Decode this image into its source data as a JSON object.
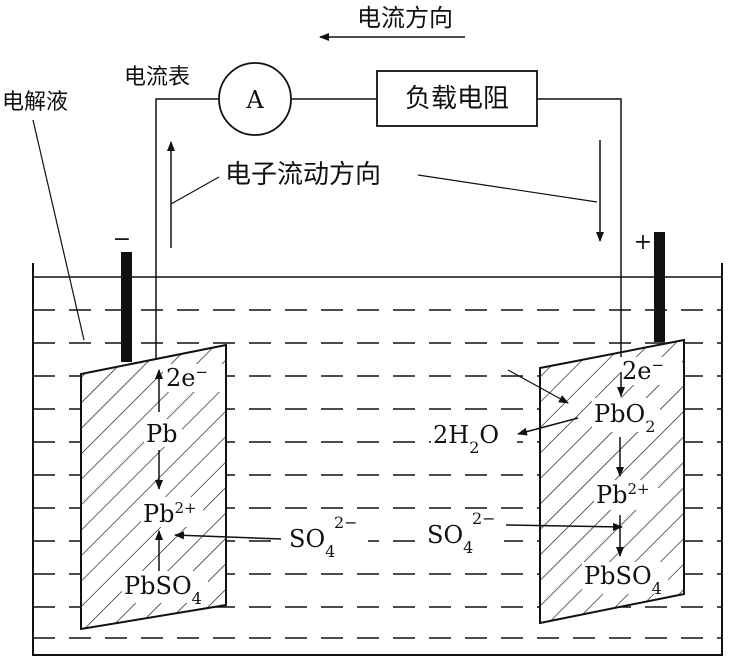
{
  "labels": {
    "current_direction": "电流方向",
    "ammeter": "电流表",
    "ammeter_symbol": "A",
    "load_resistor": "负载电阻",
    "electron_flow": "电子流动方向",
    "electrolyte": "电解液",
    "negative_sign": "−",
    "positive_sign": "+"
  },
  "negative_electrode": {
    "electrons": "2e",
    "electrons_sup": "−",
    "metal": "Pb",
    "ion": "Pb",
    "ion_sup": "2+",
    "product": "PbSO",
    "product_sub": "4"
  },
  "positive_electrode": {
    "electrons": "2e",
    "electrons_sup": "−",
    "oxide": "PbO",
    "oxide_sub": "2",
    "water_a": "2H",
    "water_sub": "2",
    "water_b": "O",
    "ion": "Pb",
    "ion_sup": "2+",
    "product": "PbSO",
    "product_sub": "4"
  },
  "sulfate_left": {
    "base": "SO",
    "sub": "4",
    "sup": "2−"
  },
  "sulfate_right": {
    "base": "SO",
    "sub": "4",
    "sup": "2−"
  }
}
